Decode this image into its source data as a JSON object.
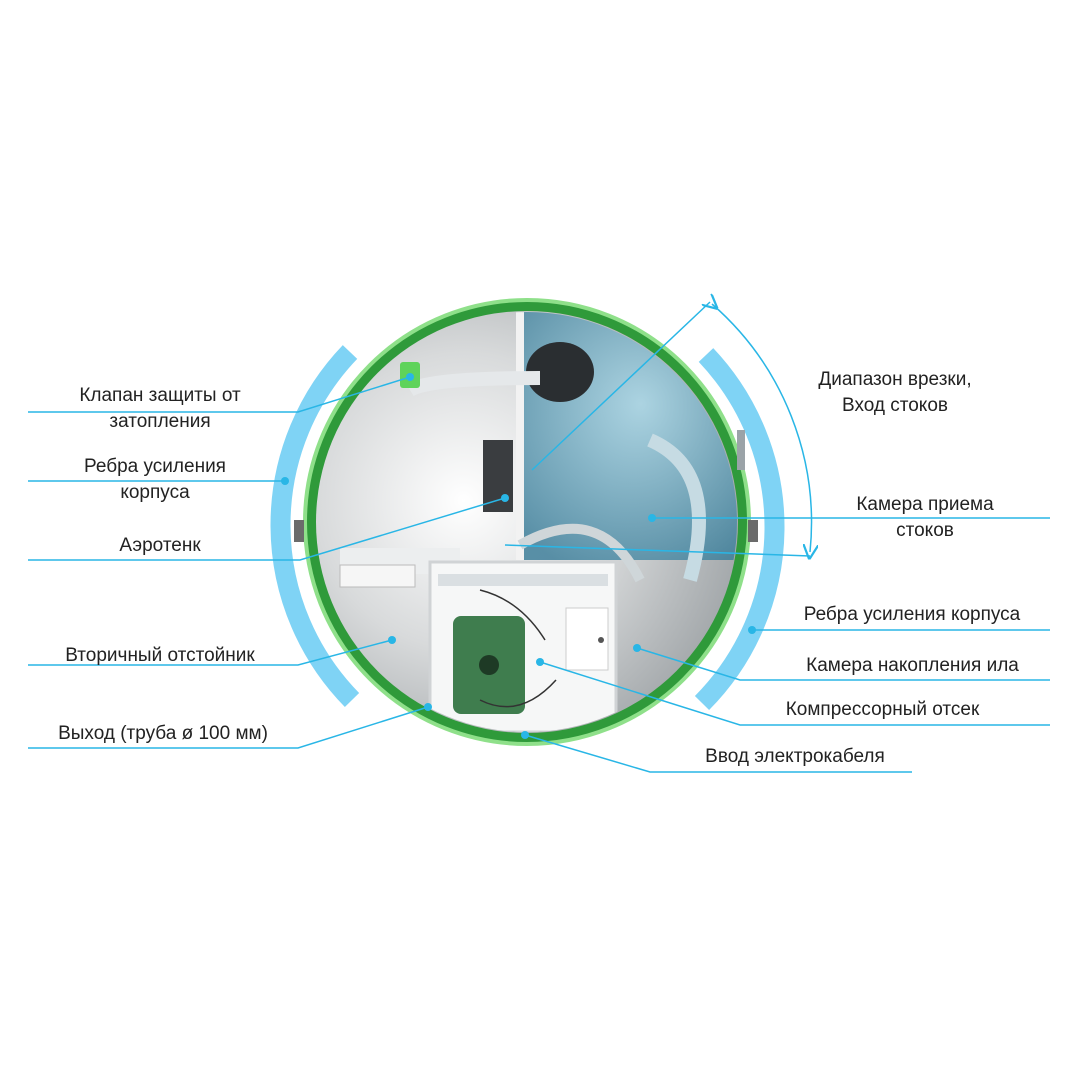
{
  "labels": {
    "flood_valve": [
      "Клапан защиты от",
      "затопления"
    ],
    "ribs_left": [
      "Ребра усиления",
      "корпуса"
    ],
    "aerotank": "Аэротенк",
    "secondary_settler": "Вторичный отстойник",
    "outlet": "Выход (труба ø 100 мм)",
    "inlet_range": [
      "Диапазон врезки,",
      "Вход стоков"
    ],
    "receiving_chamber": [
      "Камера приема",
      "стоков"
    ],
    "ribs_right": "Ребра усиления корпуса",
    "sludge_chamber": "Камера накопления ила",
    "compressor_bay": "Компрессорный отсек",
    "cable_entry": "Ввод электрокабеля"
  },
  "colors": {
    "leader": "#29b6e6",
    "arc": "#7fd3f5",
    "shell": "#2f9a3a",
    "shell_light": "#8fe08a",
    "chamber": "#7fb8cf"
  }
}
